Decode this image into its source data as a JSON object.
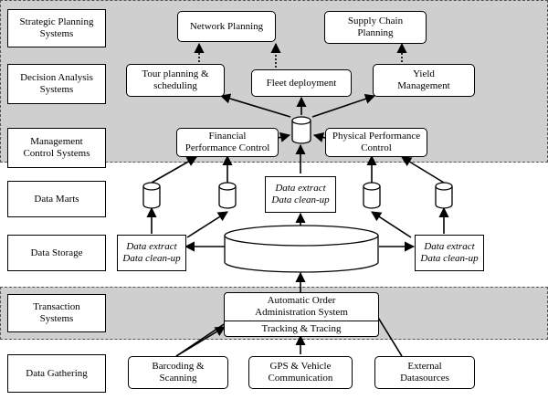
{
  "layers": [
    {
      "id": "strategic",
      "label": "Strategic Planning\nSystems"
    },
    {
      "id": "decision",
      "label": "Decision Analysis\nSystems"
    },
    {
      "id": "management",
      "label": "Management\nControl Systems"
    },
    {
      "id": "marts",
      "label": "Data Marts"
    },
    {
      "id": "storage",
      "label": "Data Storage"
    },
    {
      "id": "transaction",
      "label": "Transaction\nSystems"
    },
    {
      "id": "gathering",
      "label": "Data Gathering"
    }
  ],
  "boxes": {
    "network_planning": "Network Planning",
    "supply_chain_planning": "Supply Chain\nPlanning",
    "tour_planning": "Tour planning &\nscheduling",
    "fleet_deployment": "Fleet deployment",
    "yield_management": "Yield\nManagement",
    "financial_control": "Financial\nPerformance Control",
    "physical_control": "Physical Performance\nControl",
    "extract_center": "Data extract\nData clean-up",
    "extract_left": "Data extract\nData clean-up",
    "extract_right": "Data extract\nData clean-up",
    "order_admin": "Automatic Order\nAdministration System",
    "tracking": "Tracking & Tracing",
    "barcoding": "Barcoding &\nScanning",
    "gps": "GPS & Vehicle\nCommunication",
    "external": "External\nDatasources"
  }
}
